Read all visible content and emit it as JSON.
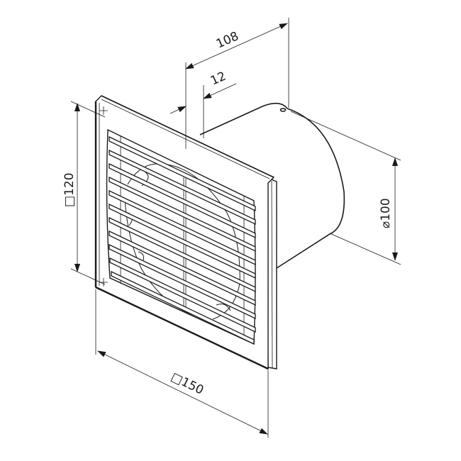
{
  "drawing": {
    "subject": "axial bathroom exhaust fan with louvered front grille",
    "line_color": "#1a1a1a",
    "background": "#ffffff"
  },
  "dimensions": {
    "total_depth": {
      "label": "108"
    },
    "panel_thickness": {
      "label": "12"
    },
    "grille_height": {
      "label": "□120"
    },
    "duct_diameter": {
      "label": "⌀100"
    },
    "panel_width": {
      "label": "□150"
    }
  }
}
